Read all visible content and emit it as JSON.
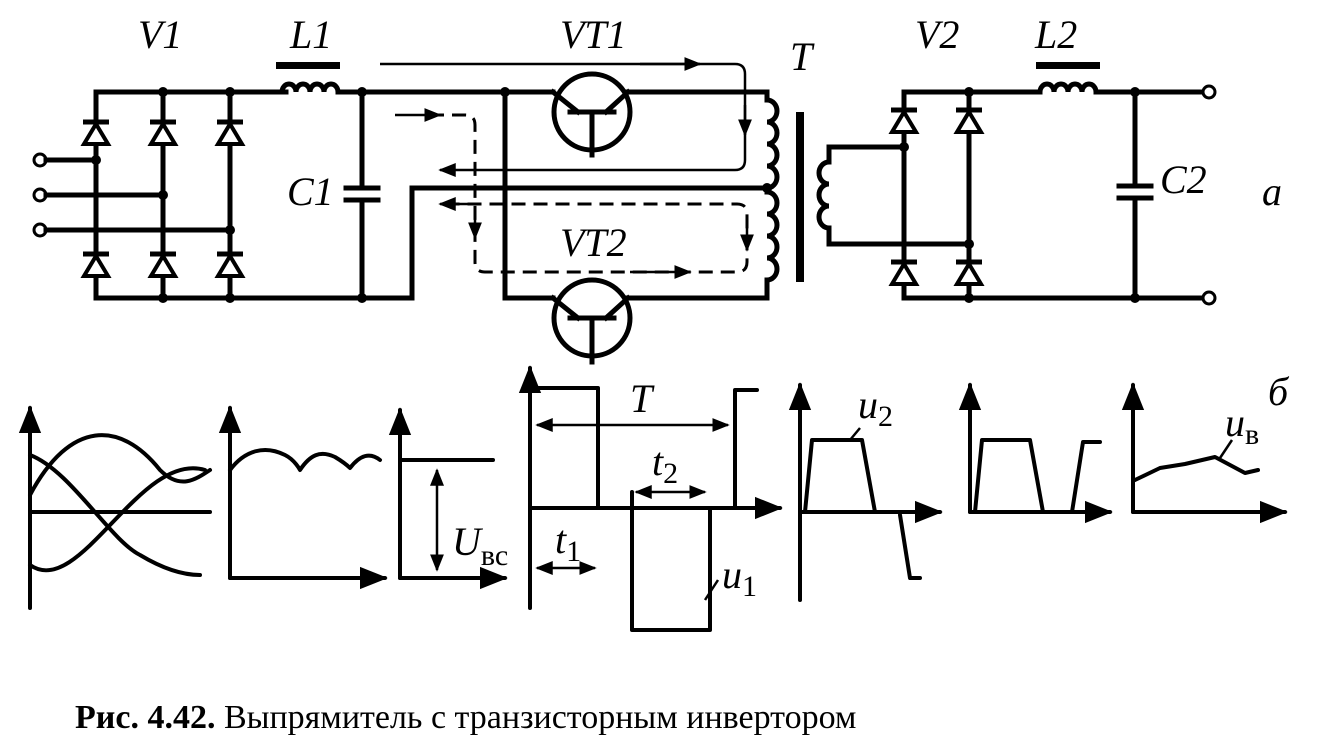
{
  "labels": {
    "v1": "V1",
    "l1": "L1",
    "c1": "C1",
    "vt1": "VT1",
    "vt2": "VT2",
    "t_transformer": "T",
    "v2": "V2",
    "l2": "L2",
    "c2": "C2",
    "panel_a": "а",
    "panel_b": "б",
    "u_vs_main": "U",
    "u_vs_sub": "вс",
    "period": "T",
    "t1_main": "t",
    "t1_sub": "1",
    "t2_main": "t",
    "t2_sub": "2",
    "u1_main": "u",
    "u1_sub": "1",
    "u2_main": "u",
    "u2_sub": "2",
    "uv_main": "u",
    "uv_sub": "в"
  },
  "caption": {
    "number": "Рис. 4.42.",
    "text": " Выпрямитель с транзисторным инвертором"
  }
}
